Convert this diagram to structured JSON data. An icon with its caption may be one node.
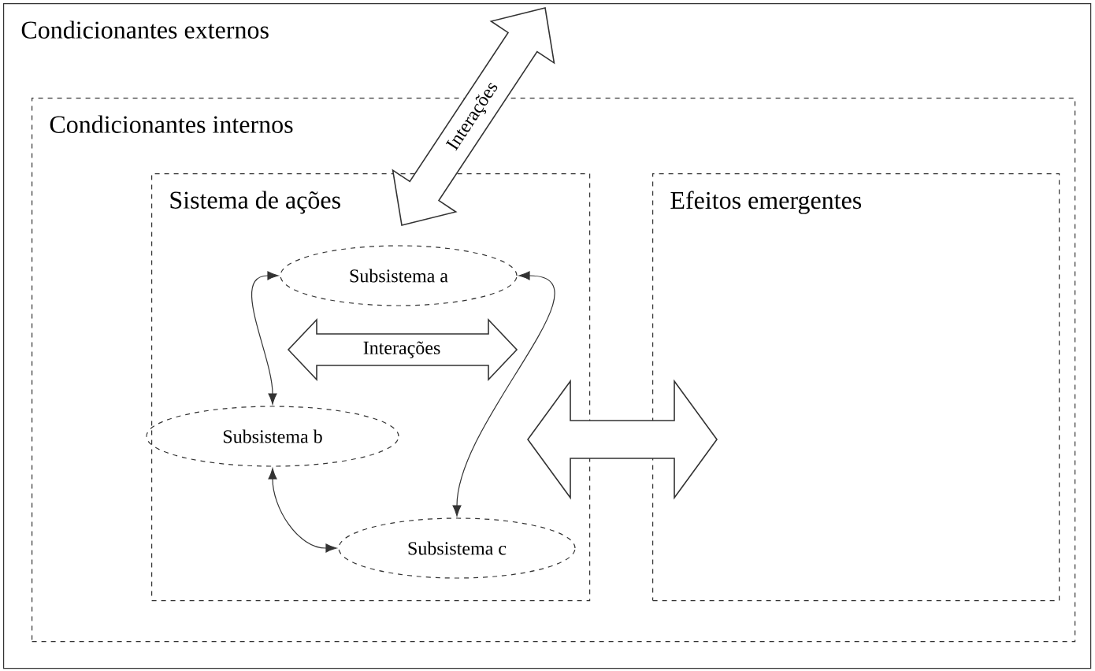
{
  "diagram": {
    "nodes": [
      {
        "text": [
          "Condicionantes externos"
        ]
      },
      {
        "text": [
          "Condicionantes internos"
        ],
        "in": 0
      },
      {
        "text": [
          "Sistema de ações"
        ],
        "in": 1
      },
      {
        "text": [
          "Efeitos emergentes"
        ],
        "in": 1
      },
      {
        "text": [
          "Subsistema a"
        ],
        "in": 2
      },
      {
        "text": [
          "Subsistema b"
        ],
        "in": 2
      },
      {
        "text": [
          "Subsistema c"
        ],
        "in": 2
      }
    ],
    "edges": [
      {
        "from": 4,
        "to": 5,
        "arrow": "both"
      },
      {
        "from": 4,
        "to": 6,
        "arrow": "both"
      },
      {
        "from": 5,
        "to": 6,
        "arrow": "both"
      },
      {
        "from": 2,
        "to": 3,
        "arrow": "both"
      },
      {
        "from": 2,
        "to": null,
        "arrow": "both",
        "label": "Interações"
      }
    ],
    "labels": [
      "Interações"
    ]
  }
}
